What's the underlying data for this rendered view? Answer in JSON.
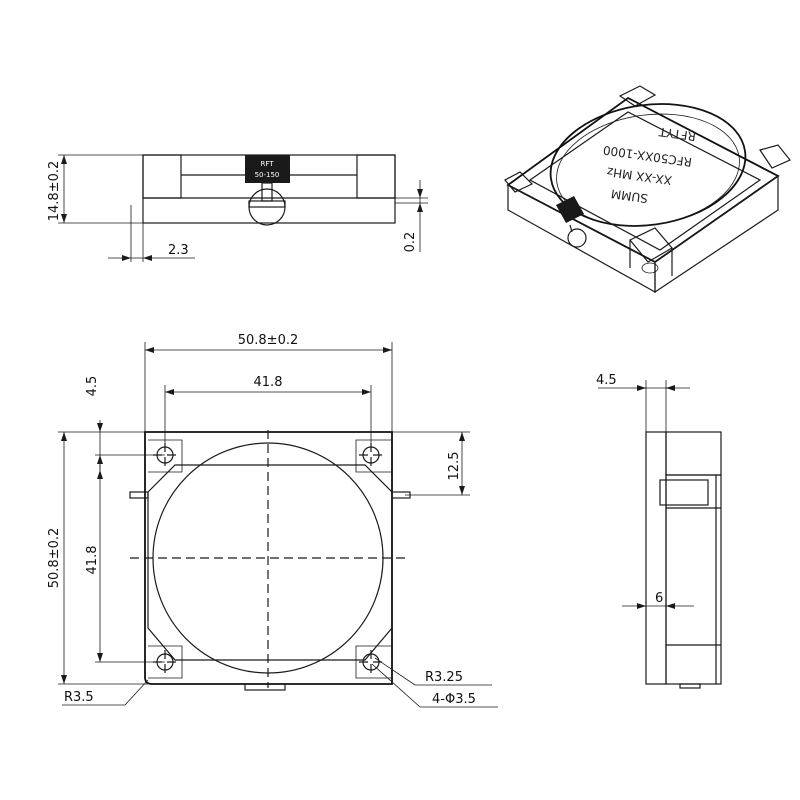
{
  "views": {
    "front": {
      "height_dim": "14.8±0.2",
      "tab_dim": "2.3",
      "tab_thickness_dim": "0.2",
      "label_line1": "RFT",
      "label_line2": "50-150"
    },
    "top": {
      "width_dim": "50.8±0.2",
      "hole_spacing_x": "41.8",
      "edge_offset": "4.5",
      "center_offset": "12.5",
      "height_dim": "50.8±0.2",
      "hole_spacing_y": "41.8",
      "corner_radius_left": "R3.5",
      "corner_radius_right": "R3.25",
      "hole_callout": "4-Φ3.5"
    },
    "side": {
      "flange_dim": "4.5",
      "tab_dim": "6"
    },
    "iso": {
      "brand": "RFTYT",
      "line1": "RFC50XX-1000",
      "line2": "XX-XX MHz",
      "line3": "SUMM"
    }
  }
}
